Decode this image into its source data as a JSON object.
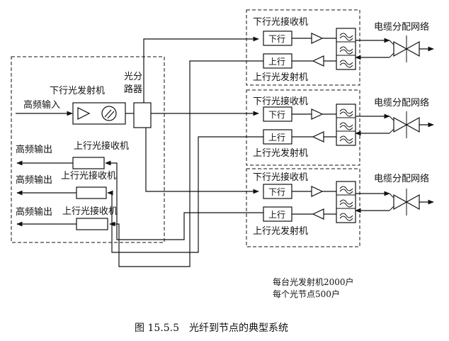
{
  "head_end": {
    "down_tx_label": "下行光发射机",
    "splitter_label_line1": "光分",
    "splitter_label_line2": "路器",
    "hf_input_label": "高频输入",
    "receivers": [
      {
        "output_label": "高频输出",
        "receiver_label": "上行光接收机"
      },
      {
        "output_label": "高频输出",
        "receiver_label": "上行光接收机"
      },
      {
        "output_label": "高频输出",
        "receiver_label": "上行光接收机"
      }
    ]
  },
  "nodes": [
    {
      "down_rx_label": "下行光接收机",
      "down_box": "下行",
      "up_box": "上行",
      "up_tx_label": "上行光发射机",
      "cable_label": "电缆分配网络"
    },
    {
      "down_rx_label": "下行光接收机",
      "down_box": "下行",
      "up_box": "上行",
      "up_tx_label": "上行光发射机",
      "cable_label": "电缆分配网络"
    },
    {
      "down_rx_label": "下行光接收机",
      "down_box": "下行",
      "up_box": "上行",
      "up_tx_label": "上行光发射机",
      "cable_label": "电缆分配网络"
    }
  ],
  "notes": {
    "line1": "每台光发射机2000户",
    "line2": "每个光节点500户"
  },
  "caption": "图 15.5.5　光纤到节点的典型系统"
}
